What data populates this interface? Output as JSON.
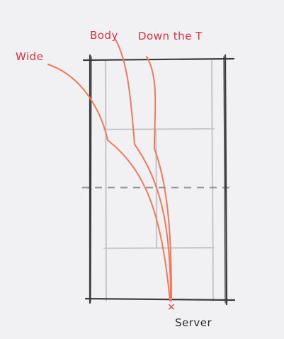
{
  "labels": {
    "wide": "Wide",
    "body": "Body",
    "down_the_t": "Down the T",
    "server": "Server",
    "server_mark": "×"
  },
  "colors": {
    "background": "#f1f1f3",
    "court_outline": "#3a3a3a",
    "court_lines": "#c9c9c9",
    "net": "#9a9a9a",
    "serve_paths": "#ef7a5a",
    "label_text": "#d8323c",
    "server_text": "#2b2b2b",
    "server_mark": "#d8323c"
  }
}
